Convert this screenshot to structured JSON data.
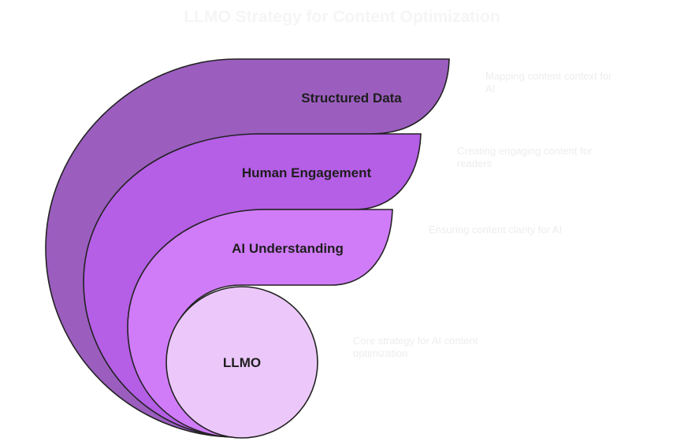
{
  "title": "LLMO Strategy for Content Optimization",
  "layers": [
    {
      "label": "Structured Data",
      "description_lines": [
        "Mapping content context for",
        "AI"
      ],
      "color": "#9b5ebf"
    },
    {
      "label": "Human Engagement",
      "description_lines": [
        "Creating engaging content for",
        "readers"
      ],
      "color": "#b55ee6"
    },
    {
      "label": "AI Understanding",
      "description_lines": [
        "Ensuring content clarity for AI"
      ],
      "color": "#d07cf8"
    },
    {
      "label": "LLMO",
      "description_lines": [
        "Core strategy for AI content",
        "optimization"
      ],
      "color": "#ecc8fa"
    }
  ]
}
